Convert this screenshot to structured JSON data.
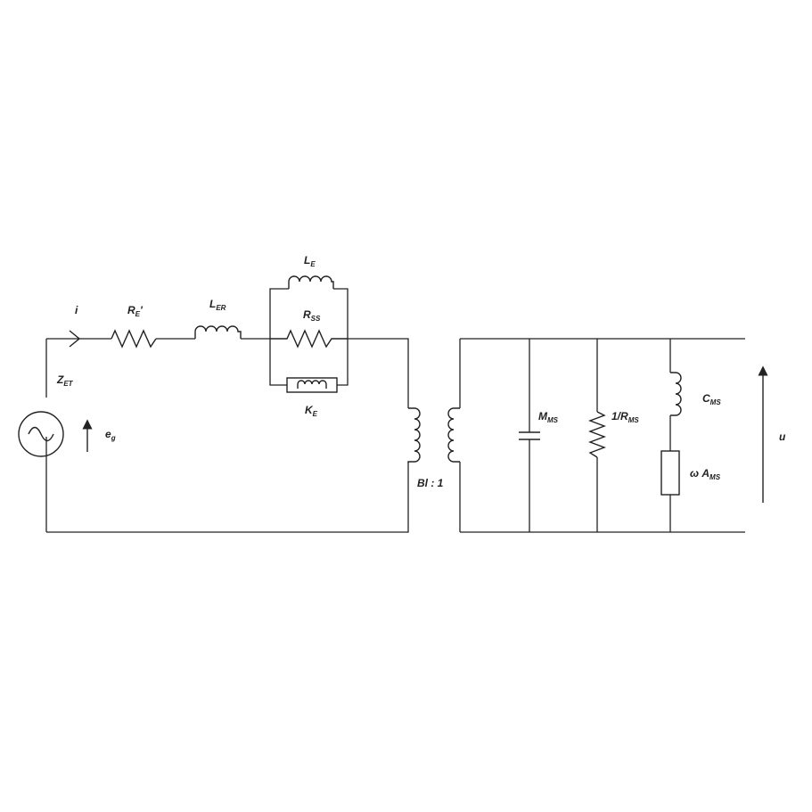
{
  "labels": {
    "current": "i",
    "source_impedance": "Z",
    "source_impedance_sub": "ET",
    "source_voltage": "e",
    "source_voltage_sub": "g",
    "resistor_re": "R",
    "resistor_re_sub": "E",
    "resistor_re_prime": "'",
    "inductor_ler": "L",
    "inductor_ler_sub": "ER",
    "inductor_le": "L",
    "inductor_le_sub": "E",
    "resistor_rss": "R",
    "resistor_rss_sub": "SS",
    "element_ke": "K",
    "element_ke_sub": "E",
    "transformer_ratio": "Bl : 1",
    "mass_mms": "M",
    "mass_mms_sub": "MS",
    "resistance_rms_prefix": "1/",
    "resistance_rms": "R",
    "resistance_rms_sub": "MS",
    "compliance_cms": "C",
    "compliance_cms_sub": "MS",
    "radiation_prefix": "ω ",
    "radiation_ams": "A",
    "radiation_ams_sub": "MS",
    "output_velocity": "u"
  }
}
